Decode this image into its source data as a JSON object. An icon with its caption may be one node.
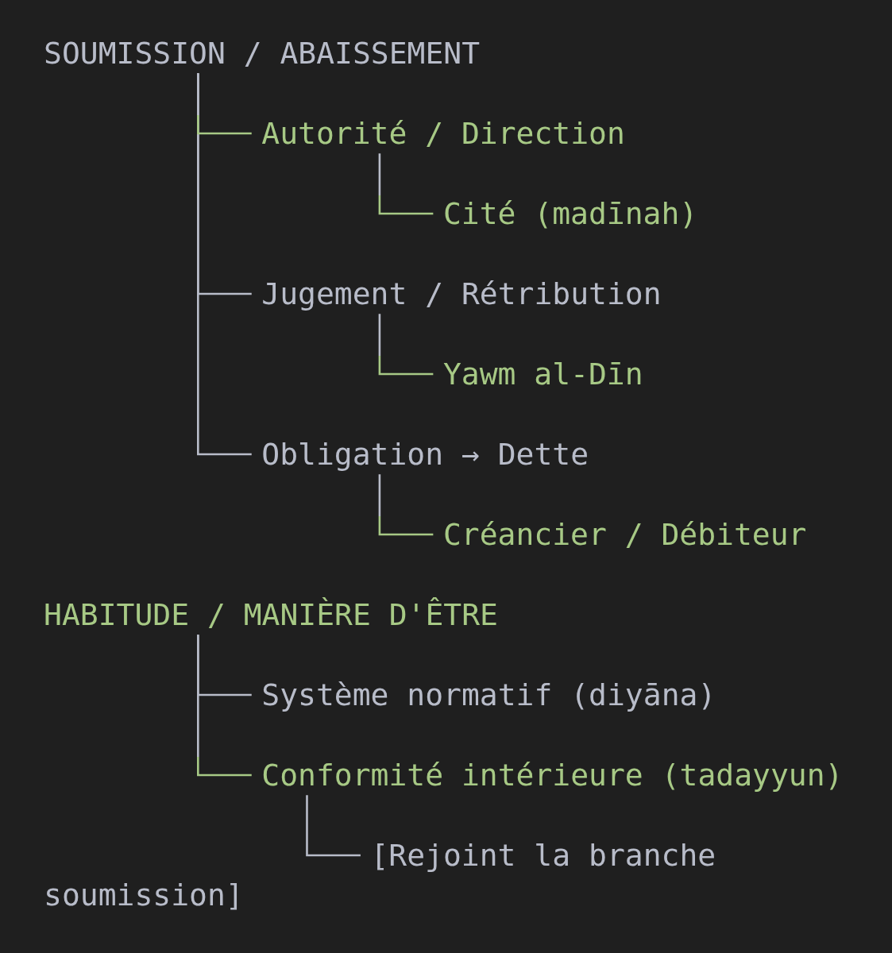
{
  "diagram": {
    "nodes": [
      {
        "text": [
          "SOUMISSION / ABAISSEMENT"
        ]
      },
      {
        "text": [
          "Autorité / Direction"
        ]
      },
      {
        "text": [
          "Cité (madīnah)"
        ]
      },
      {
        "text": [
          "Jugement / Rétribution"
        ]
      },
      {
        "text": [
          "Yawm al-Dīn"
        ]
      },
      {
        "text": [
          "Obligation → Dette"
        ]
      },
      {
        "text": [
          "Créancier / Débiteur"
        ]
      },
      {
        "text": [
          "HABITUDE / MANIÈRE D'ÊTRE"
        ]
      },
      {
        "text": [
          "Système normatif (diyāna)"
        ]
      },
      {
        "text": [
          "Conformité intérieure (tadayyun)"
        ]
      },
      {
        "text": [
          "[Rejoint la branche soumission]"
        ]
      }
    ],
    "edges": [
      {
        "from": 0,
        "to": 1,
        "arrow": "none",
        "color": "#a7c985"
      },
      {
        "from": 1,
        "to": 2,
        "arrow": "none",
        "color": "#a7c985"
      },
      {
        "from": 0,
        "to": 3,
        "arrow": "none"
      },
      {
        "from": 3,
        "to": 4,
        "arrow": "none",
        "color": "#a7c985"
      },
      {
        "from": 0,
        "to": 5,
        "arrow": "none"
      },
      {
        "from": 5,
        "to": 6,
        "arrow": "none",
        "color": "#a7c985"
      },
      {
        "from": 7,
        "to": 8,
        "arrow": "none"
      },
      {
        "from": 7,
        "to": 9,
        "arrow": "none",
        "color": "#a7c985"
      },
      {
        "from": 9,
        "to": 10,
        "arrow": "none"
      }
    ]
  }
}
